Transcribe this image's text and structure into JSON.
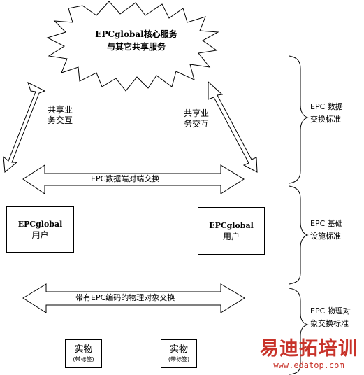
{
  "cloud": {
    "line1": "EPCglobal核心服务",
    "line2": "与其它共享服务"
  },
  "left_share": {
    "line1": "共享业",
    "line2": "务交互"
  },
  "right_share": {
    "line1": "共享业",
    "line2": "务交互"
  },
  "data_exchange_arrow": "EPC数据端对端交换",
  "user_left": {
    "title": "EPCglobal",
    "subtitle": "用户"
  },
  "user_right": {
    "title": "EPCglobal",
    "subtitle": "用户"
  },
  "physical_arrow": "带有EPC编码的物理对象交换",
  "object_left": {
    "title": "实物",
    "subtitle": "(带标签)"
  },
  "object_right": {
    "title": "实物",
    "subtitle": "(带标签)"
  },
  "brackets": [
    {
      "line1": "EPC 数据",
      "line2": "交换标准"
    },
    {
      "line1": "EPC 基础",
      "line2": "设施标准"
    },
    {
      "line1": "EPC 物理对",
      "line2": "象交换标准"
    }
  ],
  "watermark": {
    "main": "易迪拓培训",
    "url": "www.edatop.com"
  }
}
